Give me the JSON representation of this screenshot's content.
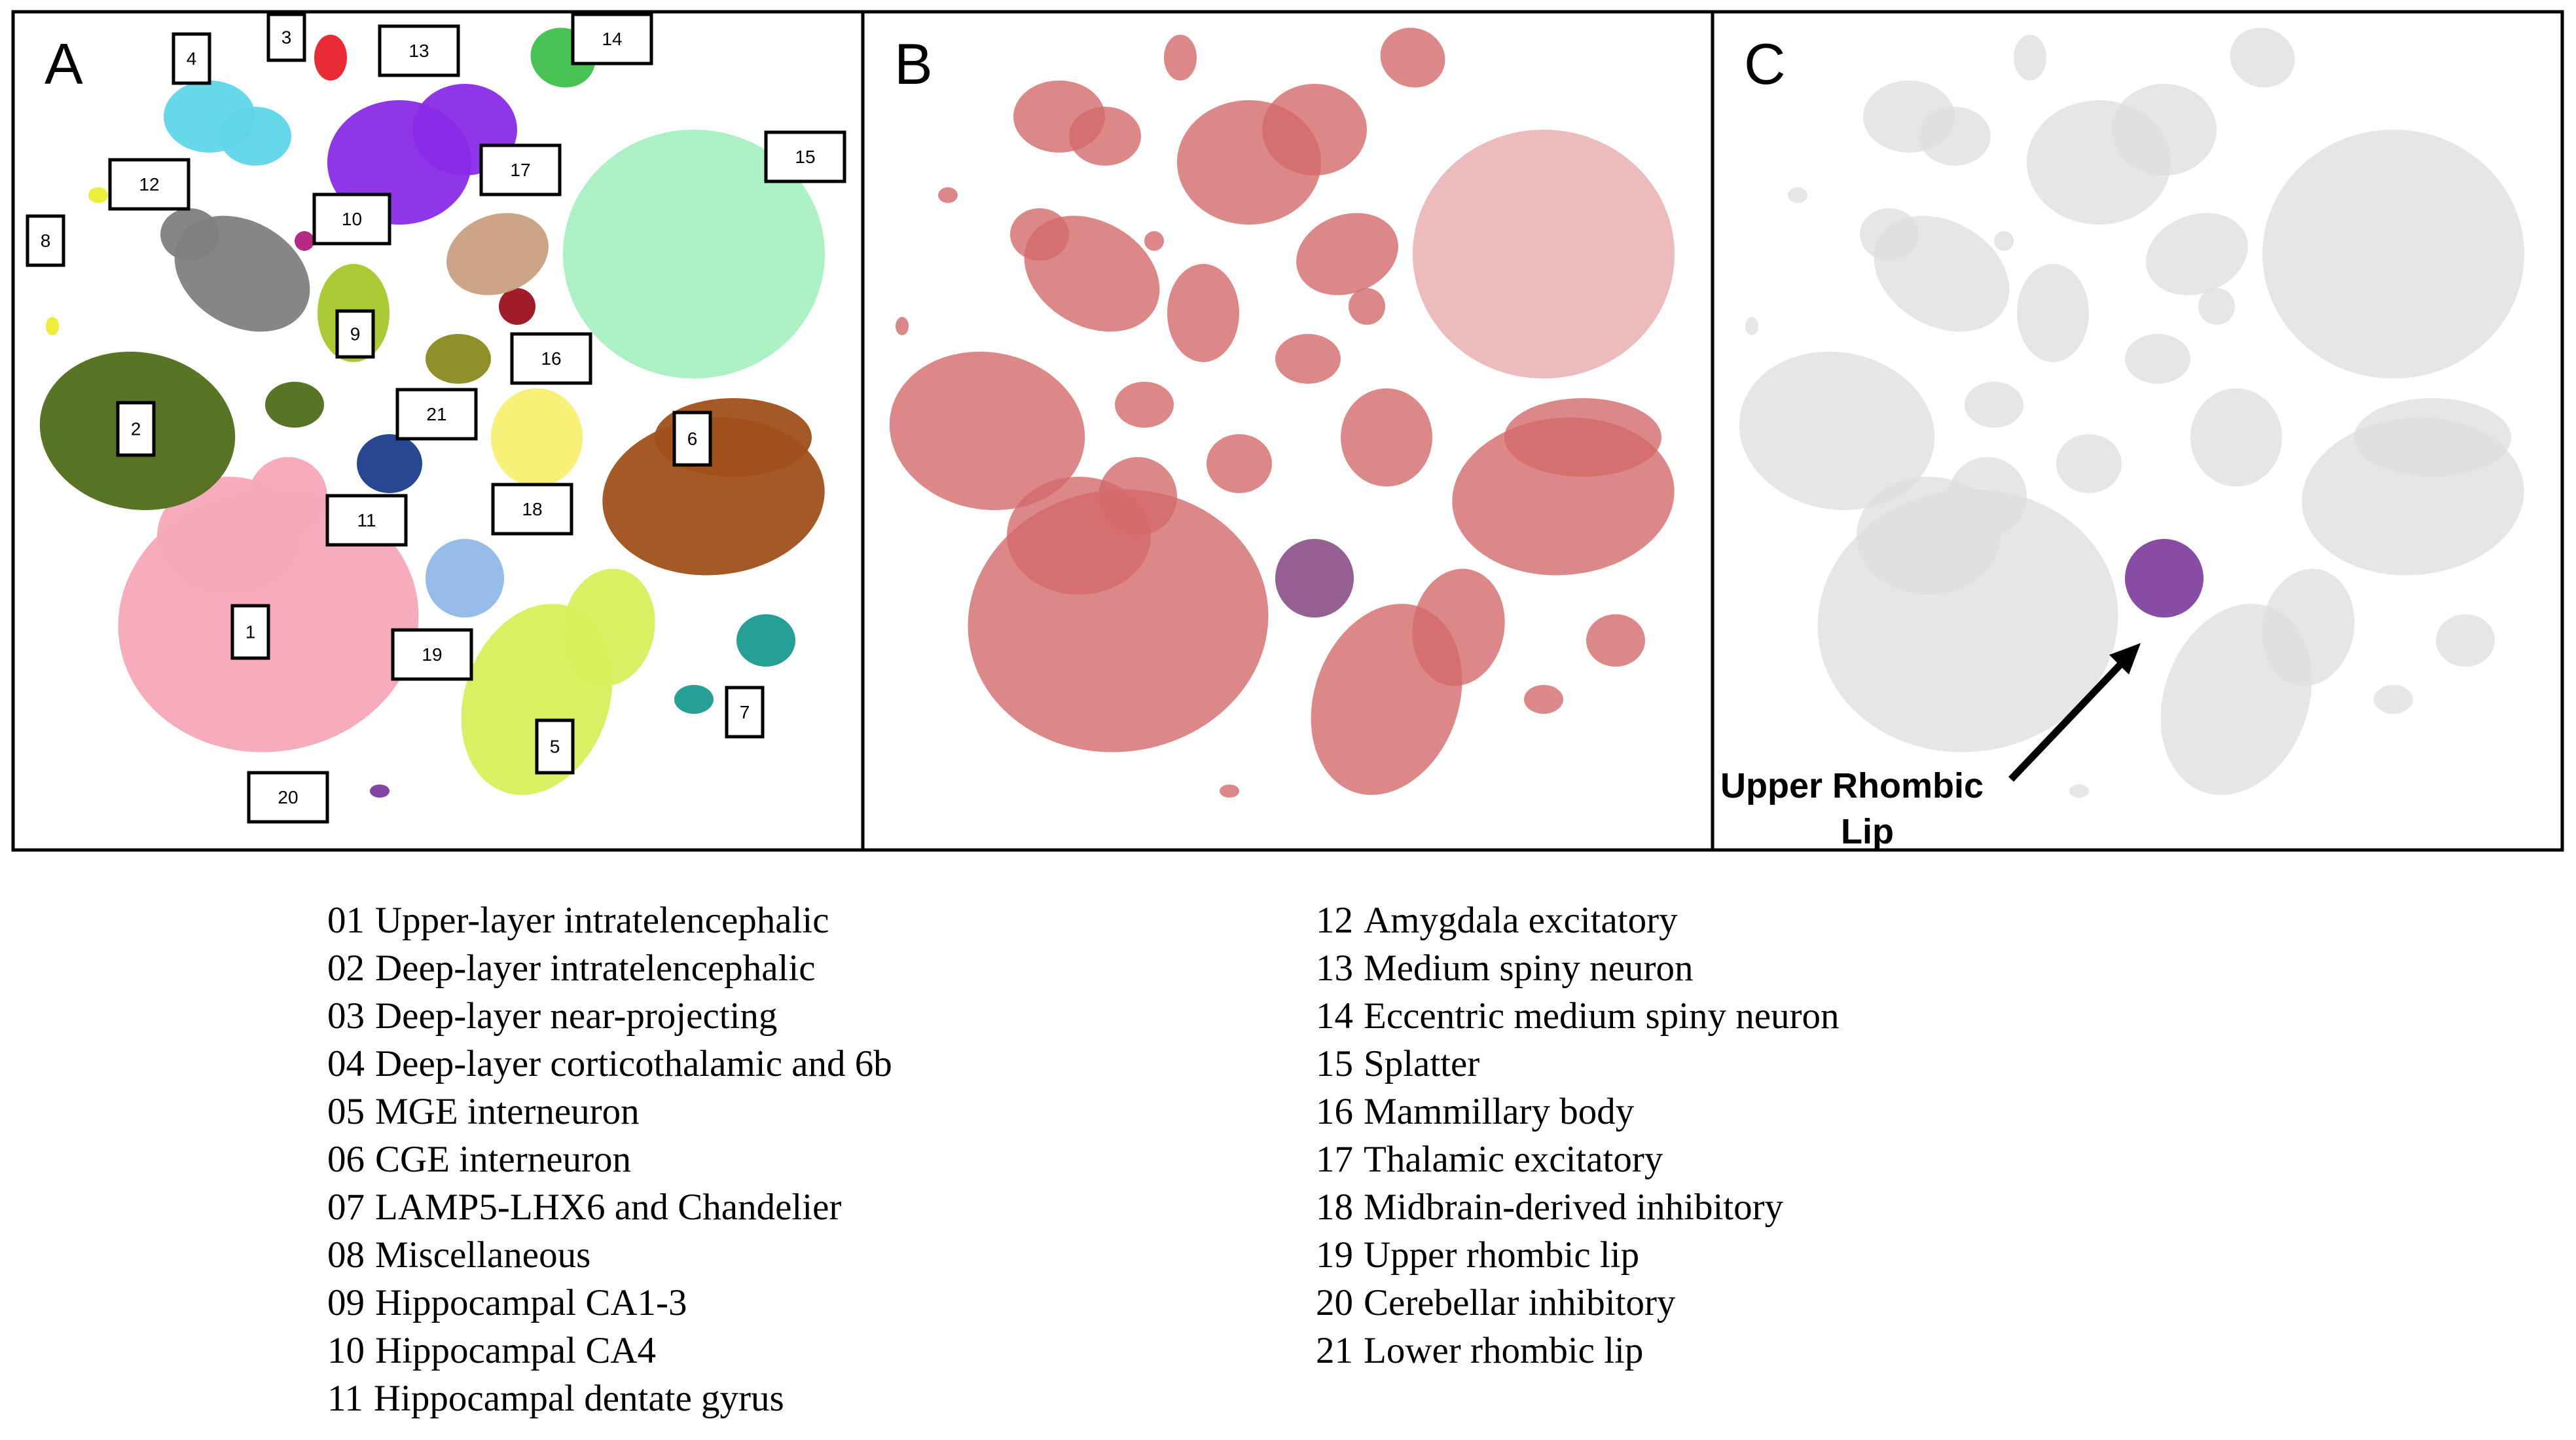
{
  "panels": [
    {
      "letter": "A",
      "style": "colored clusters"
    },
    {
      "letter": "B",
      "style": "red-purple expression"
    },
    {
      "letter": "C",
      "style": "light gray with purple highlight"
    }
  ],
  "cluster_labels": [
    "1",
    "2",
    "3",
    "4",
    "5",
    "6",
    "7",
    "8",
    "9",
    "10",
    "11",
    "12",
    "13",
    "14",
    "15",
    "16",
    "17",
    "18",
    "19",
    "20",
    "21"
  ],
  "annotation": {
    "line1": "Upper Rhombic",
    "line2": "Lip"
  },
  "legend_left": [
    {
      "num": "01",
      "label": "Upper-layer intratelencephalic"
    },
    {
      "num": "02",
      "label": "Deep-layer intratelencephalic"
    },
    {
      "num": "03",
      "label": "Deep-layer near-projecting"
    },
    {
      "num": "04",
      "label": "Deep-layer corticothalamic and 6b"
    },
    {
      "num": "05",
      "label": "MGE interneuron"
    },
    {
      "num": "06",
      "label": "CGE interneuron"
    },
    {
      "num": "07",
      "label": "LAMP5-LHX6 and Chandelier"
    },
    {
      "num": "08",
      "label": "Miscellaneous"
    },
    {
      "num": "09",
      "label": "Hippocampal CA1-3"
    },
    {
      "num": "10",
      "label": "Hippocampal CA4"
    },
    {
      "num": "11",
      "label": "Hippocampal dentate gyrus"
    }
  ],
  "legend_right": [
    {
      "num": "12",
      "label": "Amygdala excitatory"
    },
    {
      "num": "13",
      "label": "Medium spiny neuron"
    },
    {
      "num": "14",
      "label": "Eccentric medium spiny neuron"
    },
    {
      "num": "15",
      "label": "Splatter"
    },
    {
      "num": "16",
      "label": "Mammillary body"
    },
    {
      "num": "17",
      "label": "Thalamic excitatory"
    },
    {
      "num": "18",
      "label": "Midbrain-derived inhibitory"
    },
    {
      "num": "19",
      "label": "Upper rhombic lip"
    },
    {
      "num": "20",
      "label": "Cerebellar inhibitory"
    },
    {
      "num": "21",
      "label": "Lower rhombic lip"
    }
  ],
  "colors": {
    "c1": "#f7a8b8",
    "c2": "#4f6e1a",
    "c3": "#e8202a",
    "c4": "#5fd6e8",
    "c5": "#d6f05a",
    "c6": "#a0501a",
    "c7": "#1a9a90",
    "c8": "#ecec30",
    "c9": "#a6c62a",
    "c10": "#b0207a",
    "c11": "#1c3c8c",
    "c12": "#808080",
    "c13": "#8a2be8",
    "c14": "#3ec04a",
    "c15": "#a8f0c0",
    "c16": "#9c1020",
    "c17": "#c8a080",
    "c18": "#f8f070",
    "c19": "#90b8e8",
    "c20": "#7a3aa0",
    "c21": "#8a8a20",
    "b_fill": "#d46a6a",
    "b_dark": "#7a3a7a",
    "c_fill": "#dddddd",
    "c_purple": "#7a3a9a"
  }
}
